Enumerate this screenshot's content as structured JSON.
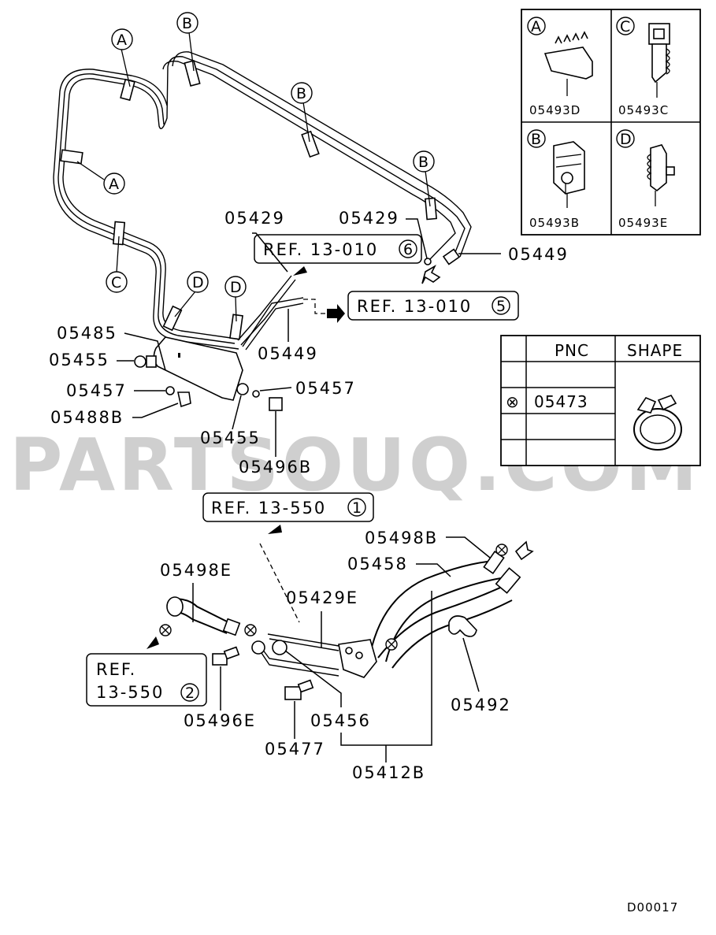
{
  "watermark": "PARTSOUQ.COM",
  "diagram_code": "D00017",
  "part_labels": {
    "p05429_top": "05429",
    "p05429_right": "05429",
    "p05449_right": "05449",
    "p05449_mid": "05449",
    "p05485": "05485",
    "p05455_left": "05455",
    "p05457_left": "05457",
    "p05488b": "05488B",
    "p05457_right": "05457",
    "p05455_right": "05455",
    "p05496b": "05496B",
    "p05498b": "05498B",
    "p05458": "05458",
    "p05498e": "05498E",
    "p05429e": "05429E",
    "p05496e": "05496E",
    "p05456": "05456",
    "p05477": "05477",
    "p05492": "05492",
    "p05412b": "05412B"
  },
  "refs": {
    "ref_6": {
      "text": "REF. 13-010",
      "circle": "6"
    },
    "ref_5": {
      "text": "REF. 13-010",
      "circle": "5"
    },
    "ref_1": {
      "text": "REF. 13-550",
      "circle": "1"
    },
    "ref_2": {
      "line1": "REF.",
      "line2": "13-550",
      "circle": "2"
    }
  },
  "callouts": {
    "a1": "A",
    "a2": "A",
    "b1": "B",
    "b2": "B",
    "b3": "B",
    "c1": "C",
    "d1": "D",
    "d2": "D"
  },
  "clip_legend": [
    {
      "letter": "A",
      "code": "05493D"
    },
    {
      "letter": "C",
      "code": "05493C"
    },
    {
      "letter": "B",
      "code": "05493B"
    },
    {
      "letter": "D",
      "code": "05493E"
    }
  ],
  "pnc_table": {
    "col_pnc": "PNC",
    "col_shape": "SHAPE",
    "rows": [
      {
        "symbol": "⊗",
        "pnc": "05473"
      },
      {
        "symbol": "",
        "pnc": ""
      },
      {
        "symbol": "",
        "pnc": ""
      }
    ]
  }
}
